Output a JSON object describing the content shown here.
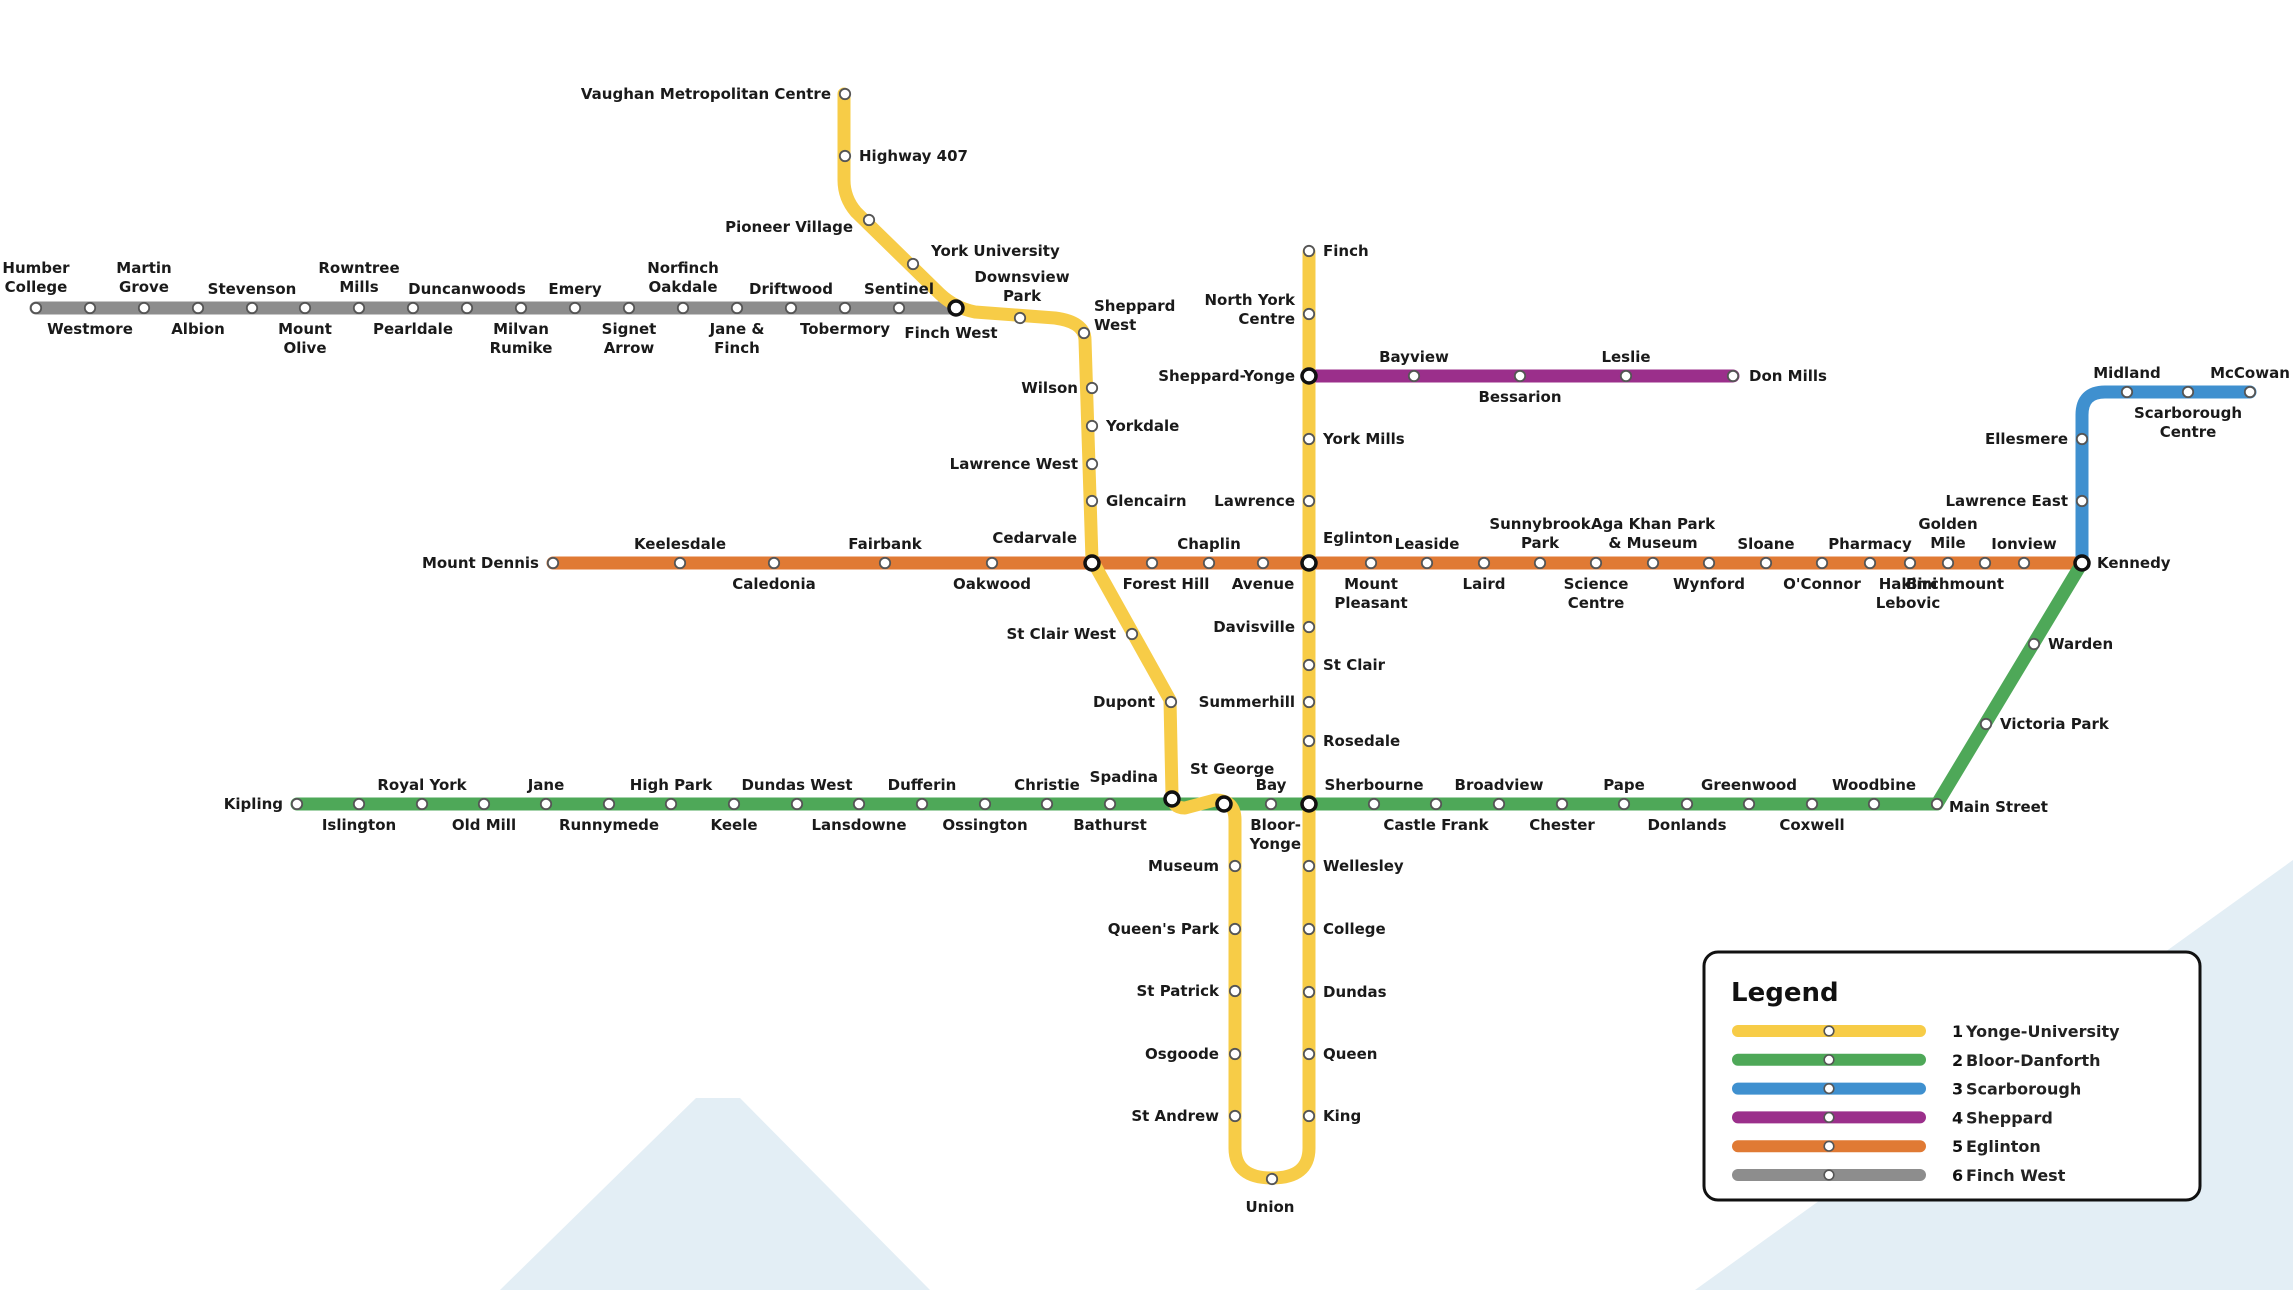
{
  "lines": [
    {
      "id": "L1",
      "number": "1",
      "name": "Yonge-University",
      "color": "#f7cc47"
    },
    {
      "id": "L2",
      "number": "2",
      "name": "Bloor-Danforth",
      "color": "#4ea858"
    },
    {
      "id": "L3",
      "number": "3",
      "name": "Scarborough",
      "color": "#3f90cf"
    },
    {
      "id": "L4",
      "number": "4",
      "name": "Sheppard",
      "color": "#9b2f8b"
    },
    {
      "id": "L5",
      "number": "5",
      "name": "Eglinton",
      "color": "#e07a34"
    },
    {
      "id": "L6",
      "number": "6",
      "name": "Finch West",
      "color": "#8d8d8d"
    }
  ],
  "legend": {
    "title": "Legend"
  },
  "stations": {
    "vaughan": "Vaughan Metropolitan Centre",
    "highway407": "Highway 407",
    "pioneer_village": "Pioneer Village",
    "york_university": "York University",
    "finch_west": "Finch West",
    "downsview_park": "Downsview Park",
    "sheppard_west": "Sheppard West",
    "wilson": "Wilson",
    "yorkdale": "Yorkdale",
    "lawrence_west": "Lawrence West",
    "glencairn": "Glencairn",
    "cedarvale": "Cedarvale",
    "st_clair_west": "St Clair West",
    "dupont": "Dupont",
    "spadina": "Spadina",
    "st_george": "St George",
    "museum": "Museum",
    "queens_park": "Queen's Park",
    "st_patrick": "St Patrick",
    "osgoode": "Osgoode",
    "st_andrew": "St Andrew",
    "union": "Union",
    "king": "King",
    "queen": "Queen",
    "dundas": "Dundas",
    "college": "College",
    "wellesley": "Wellesley",
    "bloor_yonge": "Bloor-Yonge",
    "rosedale": "Rosedale",
    "summerhill": "Summerhill",
    "st_clair": "St Clair",
    "davisville": "Davisville",
    "eglinton": "Eglinton",
    "lawrence": "Lawrence",
    "york_mills": "York Mills",
    "sheppard_yonge": "Sheppard-Yonge",
    "north_york_centre": "North York Centre",
    "finch": "Finch",
    "kipling": "Kipling",
    "islington": "Islington",
    "royal_york": "Royal York",
    "old_mill": "Old Mill",
    "jane": "Jane",
    "runnymede": "Runnymede",
    "high_park": "High Park",
    "keele": "Keele",
    "dundas_west": "Dundas West",
    "lansdowne": "Lansdowne",
    "dufferin": "Dufferin",
    "ossington": "Ossington",
    "christie": "Christie",
    "bathurst": "Bathurst",
    "bay": "Bay",
    "sherbourne": "Sherbourne",
    "castle_frank": "Castle Frank",
    "broadview": "Broadview",
    "chester": "Chester",
    "pape": "Pape",
    "donlands": "Donlands",
    "greenwood": "Greenwood",
    "coxwell": "Coxwell",
    "woodbine": "Woodbine",
    "main_street": "Main Street",
    "victoria_park": "Victoria Park",
    "warden": "Warden",
    "kennedy": "Kennedy",
    "lawrence_east": "Lawrence East",
    "ellesmere": "Ellesmere",
    "midland": "Midland",
    "scarborough_centre": "Scarborough Centre",
    "mccowan": "McCowan",
    "bayview": "Bayview",
    "bessarion": "Bessarion",
    "leslie": "Leslie",
    "don_mills": "Don Mills",
    "mount_dennis": "Mount Dennis",
    "keelesdale": "Keelesdale",
    "caledonia": "Caledonia",
    "fairbank": "Fairbank",
    "oakwood": "Oakwood",
    "forest_hill": "Forest Hill",
    "chaplin": "Chaplin",
    "avenue": "Avenue",
    "mount_pleasant": "Mount Pleasant",
    "leaside": "Leaside",
    "laird": "Laird",
    "sunnybrook_park": "Sunnybrook Park",
    "science_centre": "Science Centre",
    "aga_khan": "Aga Khan Park & Museum",
    "wynford": "Wynford",
    "sloane": "Sloane",
    "oconnor": "O'Connor",
    "pharmacy": "Pharmacy",
    "hakimi_lebovic": "Hakimi Lebovic",
    "golden_mile": "Golden Mile",
    "birchmount": "Birchmount",
    "ionview": "Ionview",
    "humber_college": "Humber College",
    "westmore": "Westmore",
    "martin_grove": "Martin Grove",
    "albion": "Albion",
    "stevenson": "Stevenson",
    "mount_olive": "Mount Olive",
    "rowntree_mills": "Rowntree Mills",
    "pearldale": "Pearldale",
    "duncanwoods": "Duncanwoods",
    "milvan_rumike": "Milvan Rumike",
    "emery": "Emery",
    "signet_arrow": "Signet Arrow",
    "norfinch_oakdale": "Norfinch Oakdale",
    "jane_finch": "Jane & Finch",
    "driftwood": "Driftwood",
    "tobermory": "Tobermory",
    "sentinel": "Sentinel"
  }
}
